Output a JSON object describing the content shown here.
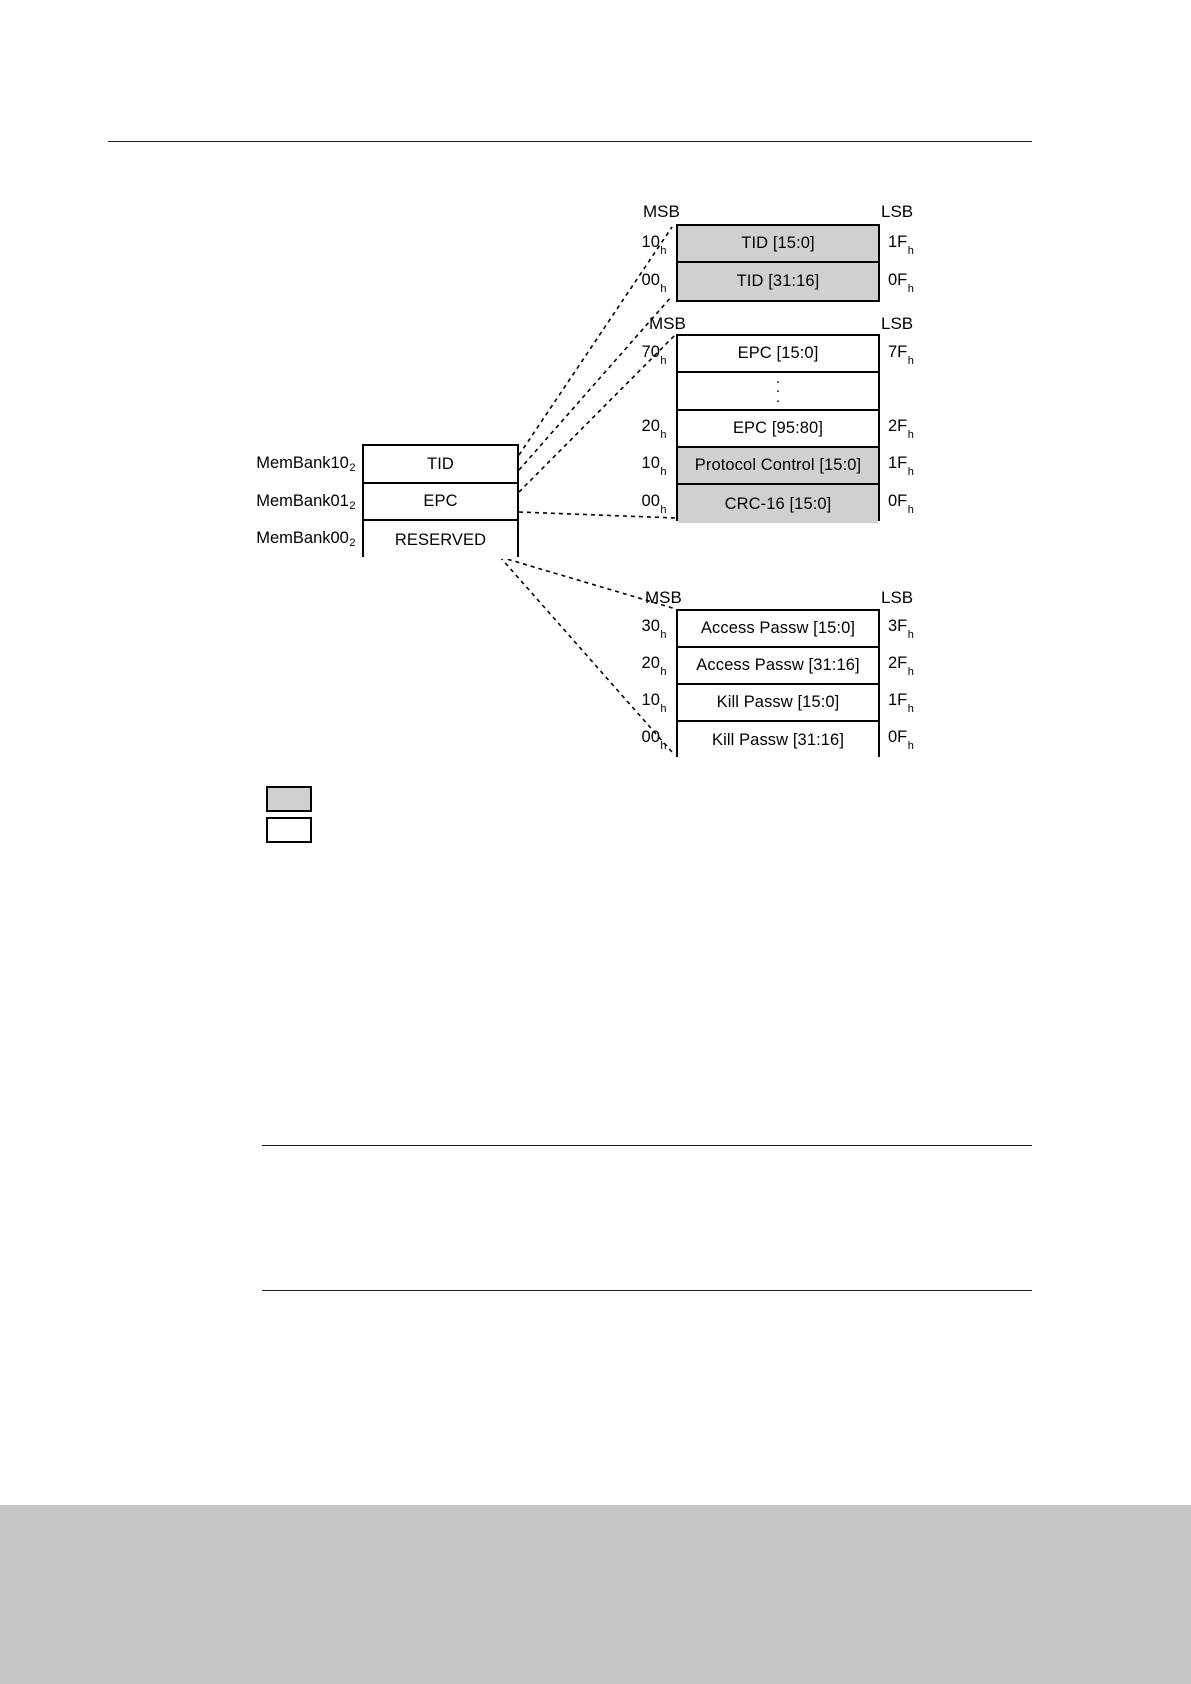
{
  "page": {
    "background_color": "#ffffff",
    "rule_color": "#231f20",
    "footer_band_color": "#c6c6c6",
    "shaded_fill": "#d0d0d0",
    "plain_fill": "#ffffff",
    "line_color": "#000000"
  },
  "memory_banks": {
    "label_suffix": "2",
    "rows": [
      {
        "bank_label": "MemBank10",
        "name": "TID"
      },
      {
        "bank_label": "MemBank01",
        "name": "EPC"
      },
      {
        "bank_label": "MemBank00",
        "name": "RESERVED"
      }
    ]
  },
  "tid_block": {
    "msb_caption": "MSB",
    "lsb_caption": "LSB",
    "addr_suffix": "h",
    "rows": [
      {
        "left_addr": "10",
        "label": "TID [15:0]",
        "right_addr": "1F",
        "shaded": true
      },
      {
        "left_addr": "00",
        "label": "TID [31:16]",
        "right_addr": "0F",
        "shaded": true
      }
    ]
  },
  "epc_block": {
    "msb_caption": "MSB",
    "lsb_caption": "LSB",
    "addr_suffix": "h",
    "rows": [
      {
        "left_addr": "70",
        "label": "EPC [15:0]",
        "right_addr": "7F",
        "shaded": false
      },
      {
        "left_addr": "",
        "label": "",
        "right_addr": "",
        "shaded": false,
        "ellipsis": true
      },
      {
        "left_addr": "20",
        "label": "EPC [95:80]",
        "right_addr": "2F",
        "shaded": false
      },
      {
        "left_addr": "10",
        "label": "Protocol Control [15:0]",
        "right_addr": "1F",
        "shaded": true
      },
      {
        "left_addr": "00",
        "label": "CRC-16 [15:0]",
        "right_addr": "0F",
        "shaded": true
      }
    ]
  },
  "reserved_block": {
    "msb_caption": "MSB",
    "lsb_caption": "LSB",
    "addr_suffix": "h",
    "rows": [
      {
        "left_addr": "30",
        "label": "Access Passw [15:0]",
        "right_addr": "3F",
        "shaded": false
      },
      {
        "left_addr": "20",
        "label": "Access Passw [31:16]",
        "right_addr": "2F",
        "shaded": false
      },
      {
        "left_addr": "10",
        "label": "Kill Passw [15:0]",
        "right_addr": "1F",
        "shaded": false
      },
      {
        "left_addr": "00",
        "label": "Kill Passw [31:16]",
        "right_addr": "0F",
        "shaded": false
      }
    ]
  },
  "legend": {
    "items": [
      {
        "swatch": "shaded",
        "label": ""
      },
      {
        "swatch": "plain",
        "label": ""
      }
    ]
  }
}
